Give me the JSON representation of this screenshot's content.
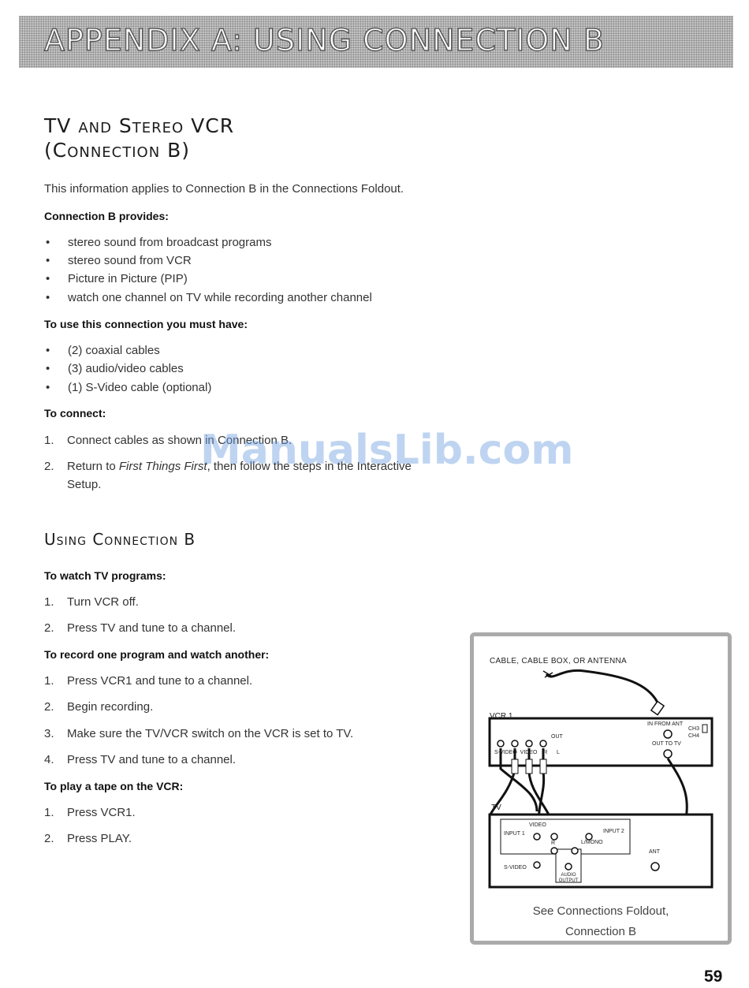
{
  "banner": {
    "title": "APPENDIX A: USING CONNECTION B"
  },
  "section1": {
    "title_line1": "TV and Stereo VCR",
    "title_line2": "(Connection B)",
    "intro": "This information applies to Connection B in the Connections Foldout.",
    "provides_heading": "Connection B provides:",
    "provides": [
      "stereo sound from broadcast programs",
      "stereo sound from VCR",
      "Picture in Picture (PIP)",
      "watch one channel on TV while recording another channel"
    ],
    "must_have_heading": "To use this connection you must have:",
    "must_have": [
      "(2) coaxial cables",
      "(3) audio/video cables",
      "(1) S-Video cable (optional)"
    ],
    "connect_heading": "To connect:",
    "connect_steps": [
      {
        "num": "1.",
        "text": "Connect cables as shown in Connection B."
      },
      {
        "num": "2.",
        "text_before": "Return to ",
        "text_italic": "First Things First",
        "text_after": ", then follow the steps in the Interactive",
        "text_cont": "Setup."
      }
    ]
  },
  "watermark": "ManualsLib.com",
  "section2": {
    "title": "Using Connection B",
    "watch_heading": "To watch TV programs:",
    "watch_steps": [
      {
        "num": "1.",
        "text": "Turn VCR off."
      },
      {
        "num": "2.",
        "text": "Press TV and tune to a channel."
      }
    ],
    "record_heading": "To record one program and watch another:",
    "record_steps": [
      {
        "num": "1.",
        "text": "Press VCR1 and tune to a channel."
      },
      {
        "num": "2.",
        "text": "Begin recording."
      },
      {
        "num": "3.",
        "text": "Make sure the TV/VCR switch on the VCR is set to TV."
      },
      {
        "num": "4.",
        "text": "Press TV and tune to a channel."
      }
    ],
    "play_heading": "To play a tape on the VCR:",
    "play_steps": [
      {
        "num": "1.",
        "text": "Press VCR1."
      },
      {
        "num": "2.",
        "text": "Press PLAY."
      }
    ]
  },
  "diagram": {
    "source_label": "CABLE, CABLE BOX, OR ANTENNA",
    "vcr_label": "VCR 1",
    "vcr_in_from_ant": "IN FROM ANT",
    "vcr_ch3": "CH3",
    "vcr_ch4": "CH4",
    "vcr_out": "OUT",
    "vcr_out_to_tv": "OUT TO TV",
    "vcr_jacks": "S-VIDEO  VIDEO    R      L",
    "tv_label": "TV",
    "tv_video": "VIDEO",
    "tv_input1": "INPUT 1",
    "tv_input2": "INPUT 2",
    "tv_r": "R",
    "tv_lmono": "L/MONO",
    "tv_svideo": "S-VIDEO",
    "tv_audio_output": "AUDIO OUTPUT",
    "tv_ant": "ANT",
    "caption_line1": "See Connections Foldout,",
    "caption_line2": "Connection B"
  },
  "page_number": "59"
}
